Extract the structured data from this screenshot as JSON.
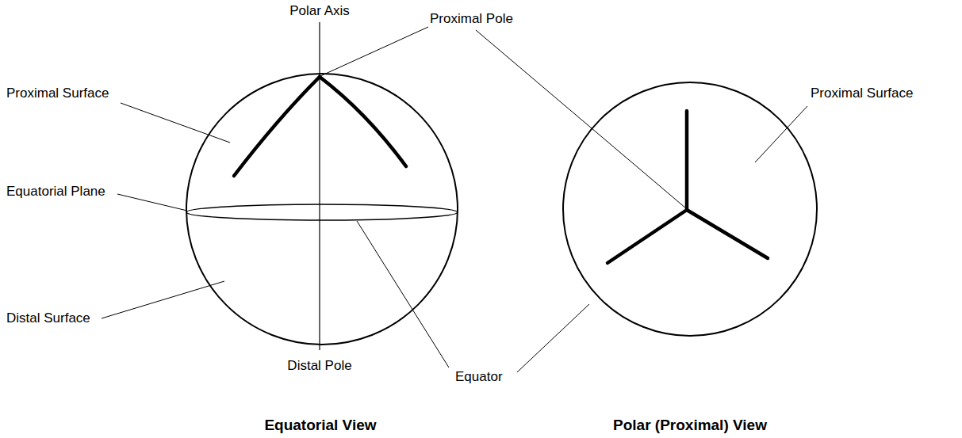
{
  "diagram": {
    "labels": [
      "Polar Axis",
      "Proximal Pole",
      "Proximal Surface",
      "Proximal Surface",
      "Equatorial Plane",
      "Distal Surface",
      "Equator",
      "Distal Pole",
      "Equatorial View",
      "Polar (Proximal) View"
    ]
  }
}
